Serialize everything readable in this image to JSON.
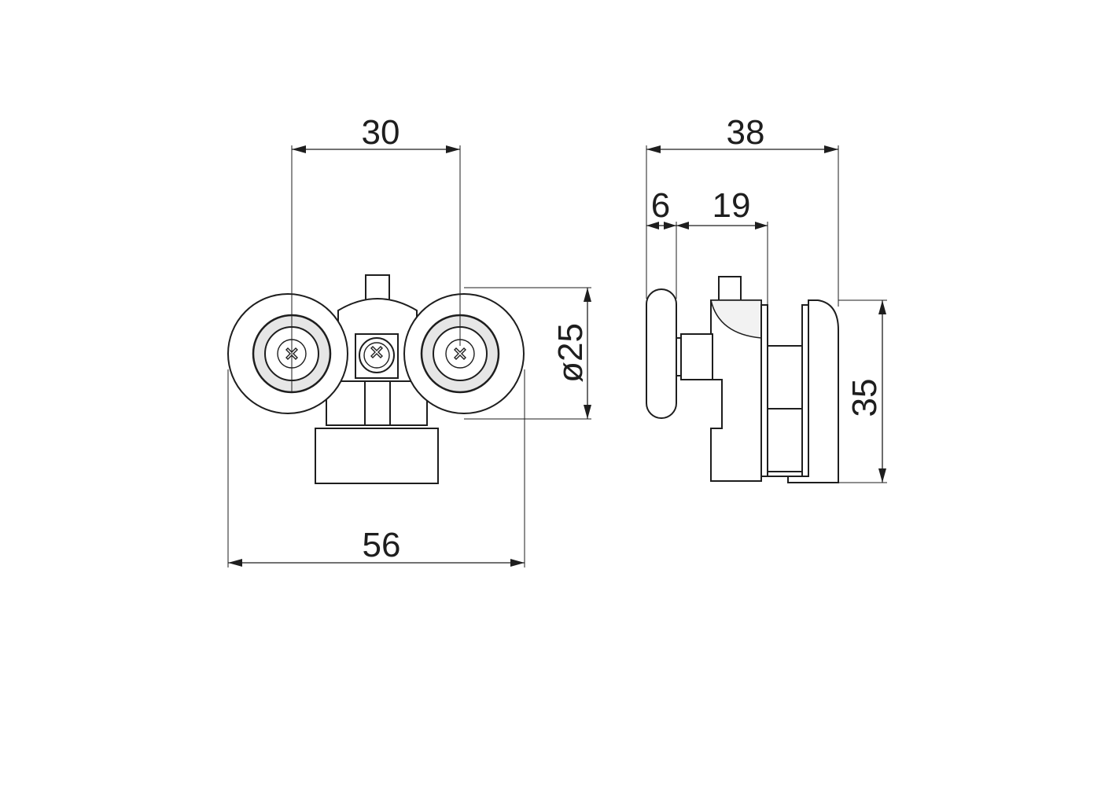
{
  "front_view": {
    "roller_spacing": "30",
    "overall_width": "56",
    "wheel_diameter": "ø25"
  },
  "side_view": {
    "overall_depth": "38",
    "wheel_thickness": "6",
    "stem_length": "19",
    "overall_height": "35"
  },
  "icons": {
    "screw_head": "phillips-screw-icon"
  }
}
